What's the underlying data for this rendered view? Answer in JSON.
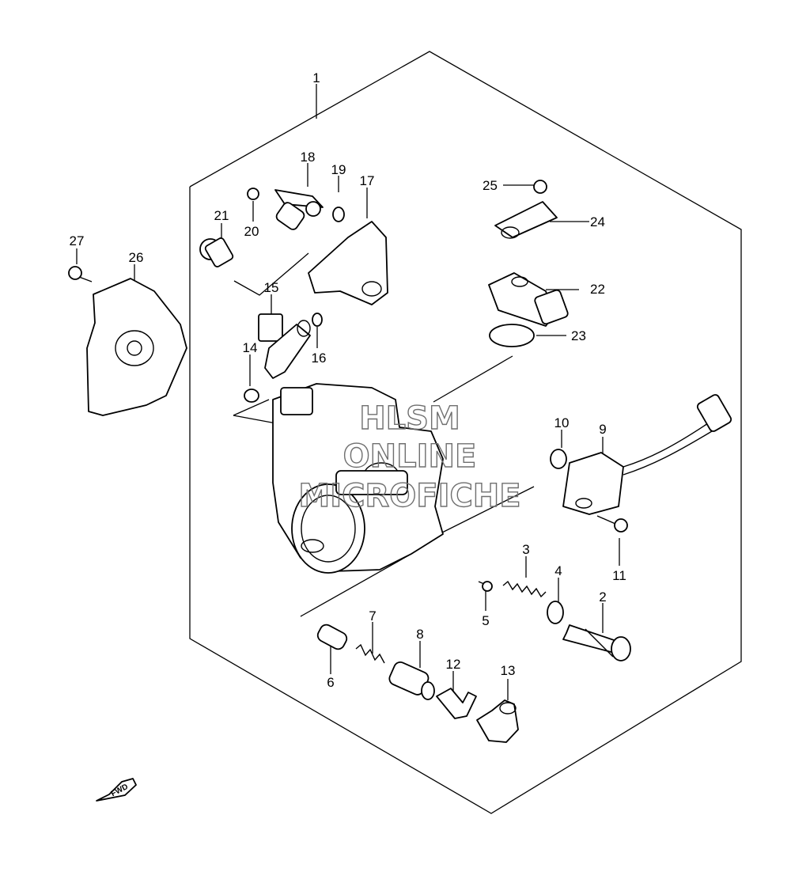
{
  "diagram": {
    "callouts": [
      "1",
      "2",
      "3",
      "4",
      "5",
      "6",
      "7",
      "8",
      "9",
      "10",
      "11",
      "12",
      "13",
      "14",
      "15",
      "16",
      "17",
      "18",
      "19",
      "20",
      "21",
      "22",
      "23",
      "24",
      "25",
      "26",
      "27"
    ],
    "watermark": [
      "HLSM",
      "ONLINE",
      "MICROFICHE"
    ],
    "fwd_badge": "FWD"
  }
}
